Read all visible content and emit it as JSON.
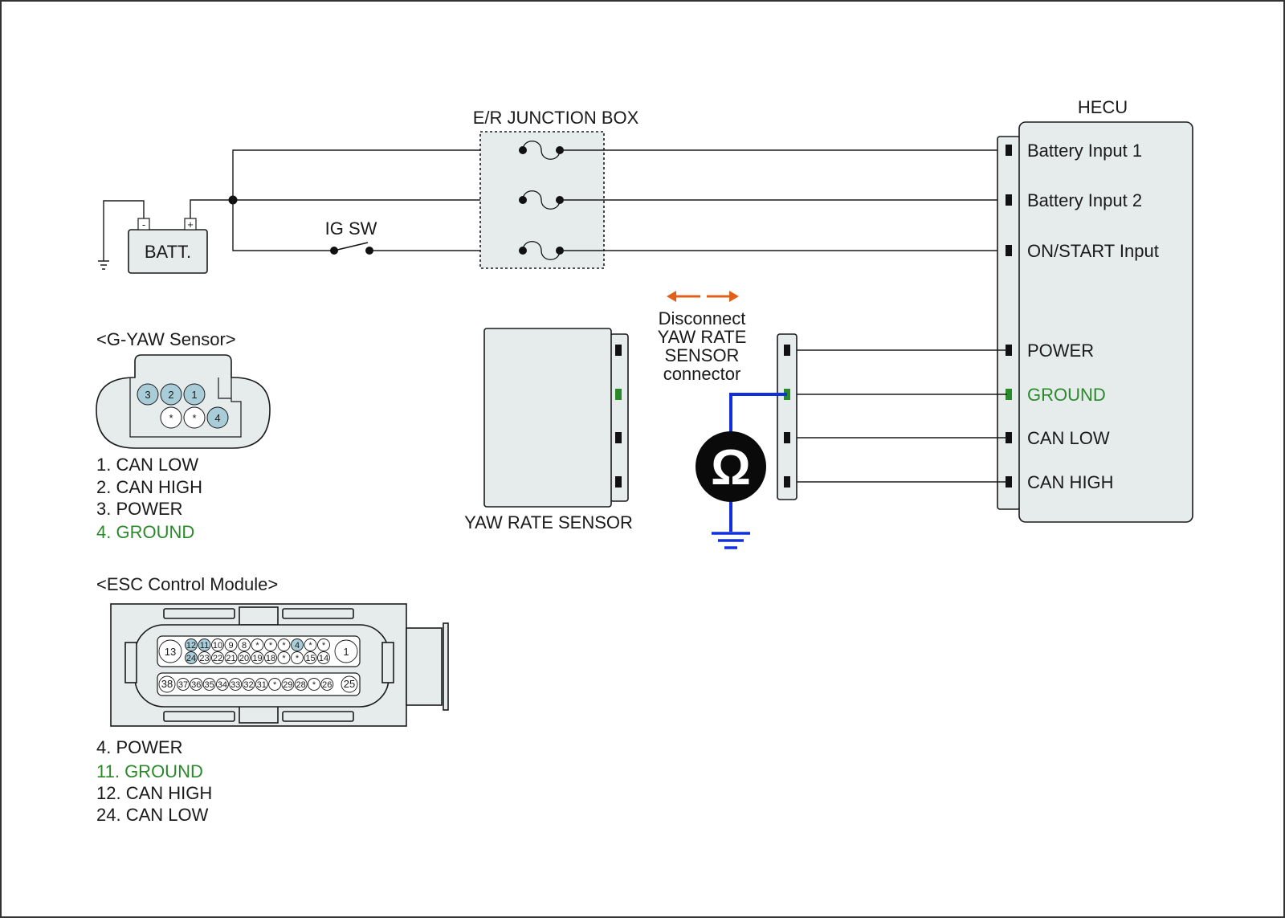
{
  "colors": {
    "ground_green": "#2a8a2a",
    "meter_wire": "#1030e0",
    "arrow": "#e0601a",
    "box_fill": "#e6ecec",
    "pin_blue": "#a8ccd8"
  },
  "junction_box": {
    "title": "E/R JUNCTION BOX"
  },
  "battery": {
    "label": "BATT.",
    "neg": "-",
    "pos": "+"
  },
  "ig_switch": {
    "label": "IG SW"
  },
  "hecu": {
    "title": "HECU",
    "pins": [
      {
        "label": "Battery Input 1",
        "color": "default"
      },
      {
        "label": "Battery Input 2",
        "color": "default"
      },
      {
        "label": "ON/START Input",
        "color": "default"
      },
      {
        "label": "POWER",
        "color": "default"
      },
      {
        "label": "GROUND",
        "color": "green"
      },
      {
        "label": "CAN LOW",
        "color": "default"
      },
      {
        "label": "CAN HIGH",
        "color": "default"
      }
    ]
  },
  "yaw_sensor": {
    "label": "YAW RATE SENSOR"
  },
  "instruction": {
    "lines": [
      "Disconnect",
      "YAW RATE",
      "SENSOR",
      "connector"
    ]
  },
  "meter": {
    "symbol": "Ω"
  },
  "g_yaw": {
    "title": "<G-YAW Sensor>",
    "top_row": [
      "3",
      "2",
      "1"
    ],
    "bottom_row": [
      "*",
      "*",
      "4"
    ],
    "legend": [
      {
        "text": "1. CAN LOW",
        "color": "default"
      },
      {
        "text": "2. CAN HIGH",
        "color": "default"
      },
      {
        "text": "3. POWER",
        "color": "default"
      },
      {
        "text": "4. GROUND",
        "color": "green"
      }
    ]
  },
  "esc_module": {
    "title": "<ESC Control Module>",
    "row1_end_left": "13",
    "row1_end_right": "1",
    "row1": [
      "12",
      "11",
      "10",
      "9",
      "8",
      "*",
      "*",
      "*",
      "4",
      "*",
      "*"
    ],
    "row2": [
      "24",
      "23",
      "22",
      "21",
      "20",
      "19",
      "18",
      "*",
      "*",
      "15",
      "14"
    ],
    "row3_end_left": "38",
    "row3_end_right": "25",
    "row3": [
      "37",
      "36",
      "35",
      "34",
      "33",
      "32",
      "31",
      "*",
      "29",
      "28",
      "*",
      "26"
    ],
    "highlighted": [
      "12",
      "11",
      "24",
      "4"
    ],
    "legend": [
      {
        "text": "4. POWER",
        "color": "default"
      },
      {
        "text": "11. GROUND",
        "color": "green"
      },
      {
        "text": "12. CAN HIGH",
        "color": "default"
      },
      {
        "text": "24. CAN LOW",
        "color": "default"
      }
    ]
  }
}
